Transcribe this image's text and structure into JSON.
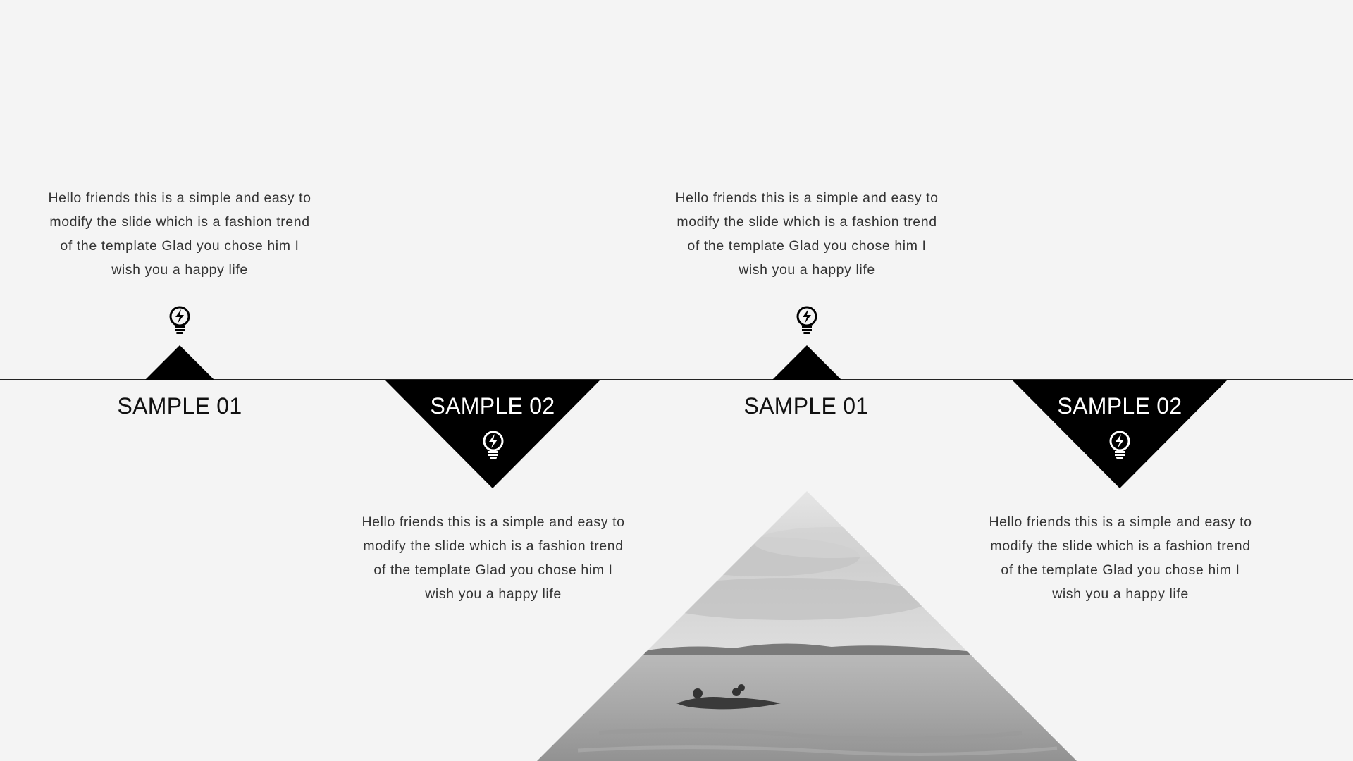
{
  "milestones": [
    {
      "title": "SAMPLE 01",
      "text": "Hello friends this is a simple and easy to modify the slide which is a fashion trend of the template Glad you chose him I wish you a happy life"
    },
    {
      "title": "SAMPLE 02",
      "text": "Hello friends this is a simple and easy to modify the slide which is a fashion trend of the template Glad you chose him I wish you a happy life"
    },
    {
      "title": "SAMPLE 01",
      "text": "Hello friends this is a simple and easy to modify the slide which is a fashion trend of the template Glad you chose him I wish you a happy life"
    },
    {
      "title": "SAMPLE 02",
      "text": "Hello friends this is a simple and easy to modify the slide which is a fashion trend of the template Glad you chose him I wish you a happy life"
    }
  ],
  "icons": {
    "milestone_icon": "lightbulb-icon"
  },
  "colors": {
    "background": "#f4f4f4",
    "accent": "#000000",
    "text": "#333333"
  }
}
